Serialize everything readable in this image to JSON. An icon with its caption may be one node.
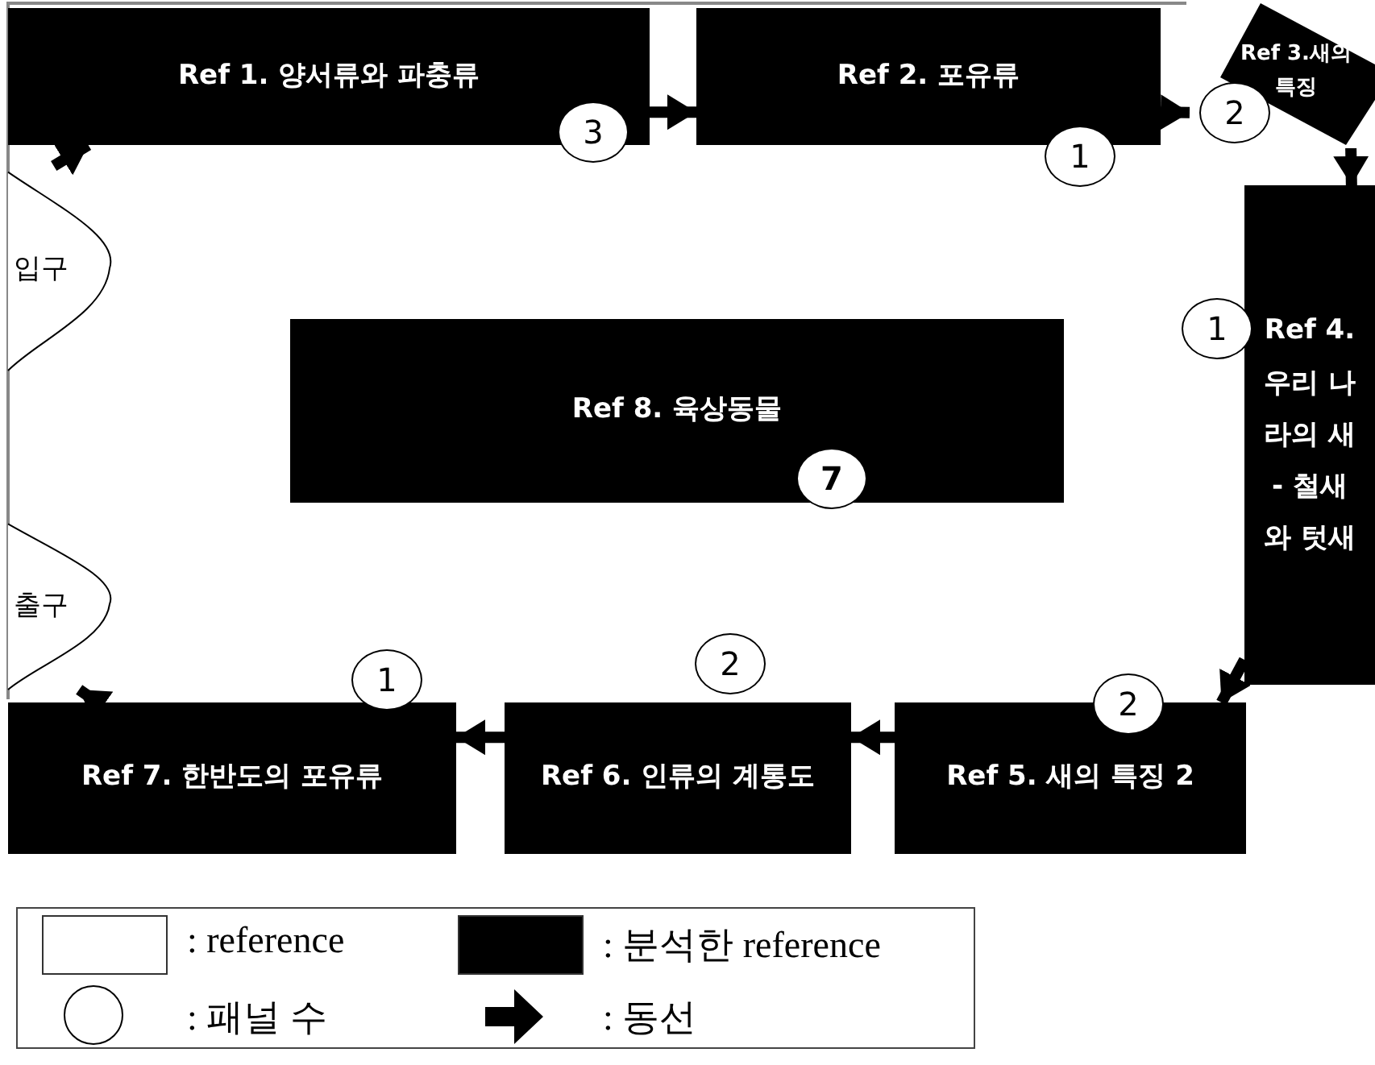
{
  "diagram": {
    "nodes": [
      {
        "text": [
          "Ref 1. 양서류와 파충류"
        ]
      },
      {
        "text": [
          "3"
        ]
      },
      {
        "text": [
          "Ref 2. 포유류"
        ]
      },
      {
        "text": [
          "1"
        ]
      },
      {
        "text": [
          "2"
        ]
      },
      {
        "text": [
          "Ref 3.새의 특징"
        ]
      },
      {
        "text": [
          "입구"
        ]
      },
      {
        "text": [
          "1"
        ]
      },
      {
        "text": [
          "Ref 4. 우리 나라의 새 - 철새와 텃새"
        ]
      },
      {
        "text": [
          "Ref 8. 육상동물"
        ]
      },
      {
        "text": [
          "7"
        ],
        "in": 9
      },
      {
        "text": [
          "출구"
        ]
      },
      {
        "text": [
          "1"
        ]
      },
      {
        "text": [
          "Ref 7. 한반도의 포유류"
        ]
      },
      {
        "text": [
          "2"
        ]
      },
      {
        "text": [
          "Ref 6. 인류의 계통도"
        ]
      },
      {
        "text": [
          "2"
        ]
      },
      {
        "text": [
          "Ref 5. 새의 특징 2"
        ]
      }
    ],
    "edges": [
      {
        "from": 6,
        "to": 0,
        "arrow": "to"
      },
      {
        "from": 0,
        "to": 2,
        "arrow": "to"
      },
      {
        "from": 2,
        "to": 5,
        "arrow": "to"
      },
      {
        "from": 5,
        "to": 8,
        "arrow": "to"
      },
      {
        "from": 8,
        "to": 17,
        "arrow": "to"
      },
      {
        "from": 17,
        "to": 15,
        "arrow": "to"
      },
      {
        "from": 15,
        "to": 13,
        "arrow": "to"
      },
      {
        "from": 13,
        "to": 11,
        "arrow": "to"
      }
    ],
    "legend": [
      {
        "text": ": reference",
        "color": "#ffffff"
      },
      {
        "text": ": 분석한 reference",
        "color": "#000000"
      },
      {
        "text": ": 패널 수"
      },
      {
        "text": ": 동선"
      }
    ]
  }
}
